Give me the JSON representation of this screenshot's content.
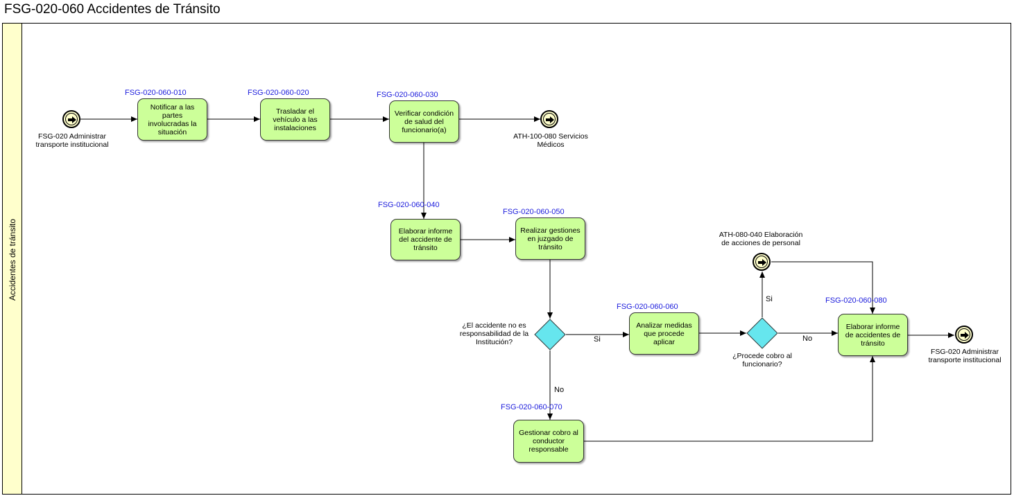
{
  "title": "FSG-020-060 Accidentes de Tránsito",
  "lane": {
    "label": "Accidentes de tránsito"
  },
  "tasks": [
    {
      "id": "FSG-020-060-010",
      "label": "Notificar a las partes involucradas la situación"
    },
    {
      "id": "FSG-020-060-020",
      "label": "Trasladar el vehículo a las instalaciones"
    },
    {
      "id": "FSG-020-060-030",
      "label": "Verificar condición de salud del funcionario(a)"
    },
    {
      "id": "FSG-020-060-040",
      "label": "Elaborar informe del accidente de tránsito"
    },
    {
      "id": "FSG-020-060-050",
      "label": "Realizar gestiones en juzgado de tránsito"
    },
    {
      "id": "FSG-020-060-060",
      "label": "Analizar medidas que procede aplicar"
    },
    {
      "id": "FSG-020-060-070",
      "label": "Gestionar cobro al conductor responsable"
    },
    {
      "id": "FSG-020-060-080",
      "label": "Elaborar informe de accidentes de tránsito"
    }
  ],
  "events": [
    {
      "label_line1": "FSG-020 Administrar",
      "label_line2": "transporte institucional"
    },
    {
      "label_line1": "ATH-100-080 Servicios",
      "label_line2": "Médicos"
    },
    {
      "label_line1": "ATH-080-040 Elaboración",
      "label_line2": "de acciones de personal"
    },
    {
      "label_line1": "FSG-020 Administrar",
      "label_line2": "transporte institucional"
    }
  ],
  "gateways": [
    {
      "label_line1": "¿El accidente no es",
      "label_line2": "responsabilidad de la",
      "label_line3": "Institución?"
    },
    {
      "label_line1": "¿Procede cobro al",
      "label_line2": "funcionario?"
    }
  ],
  "flow_labels": {
    "gw1_yes": "Si",
    "gw1_no": "No",
    "gw2_yes": "Si",
    "gw2_no": "No"
  },
  "colors": {
    "task_fill": "#ccff99",
    "gateway_fill": "#66e6ee",
    "event_fill": "#ffffcc",
    "lane_header_fill": "#ffffcc",
    "task_id_text": "#1a1adc"
  }
}
